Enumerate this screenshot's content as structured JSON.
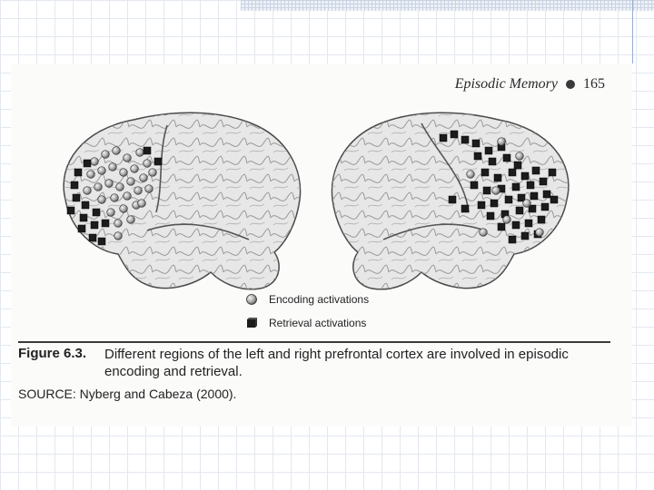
{
  "page": {
    "header_title": "Episodic Memory",
    "page_number": "165"
  },
  "figure": {
    "legend": {
      "encoding": "Encoding activations",
      "retrieval": "Retrieval activations"
    },
    "caption_label": "Figure 6.3.",
    "caption_text": "Different regions of the left and right prefrontal cortex are involved in episodic encoding and retrieval.",
    "source": "SOURCE: Nyberg and Cabeza (2000)."
  },
  "colors": {
    "encoding_marker": "#b9b9b9",
    "retrieval_marker": "#1c1c1c",
    "brain_fill": "#e7e7e7",
    "brain_outline": "#4a4a4a"
  },
  "icons": {
    "encoding": "sphere-icon",
    "retrieval": "cube-icon",
    "header_separator": "bullet-dot-icon"
  }
}
